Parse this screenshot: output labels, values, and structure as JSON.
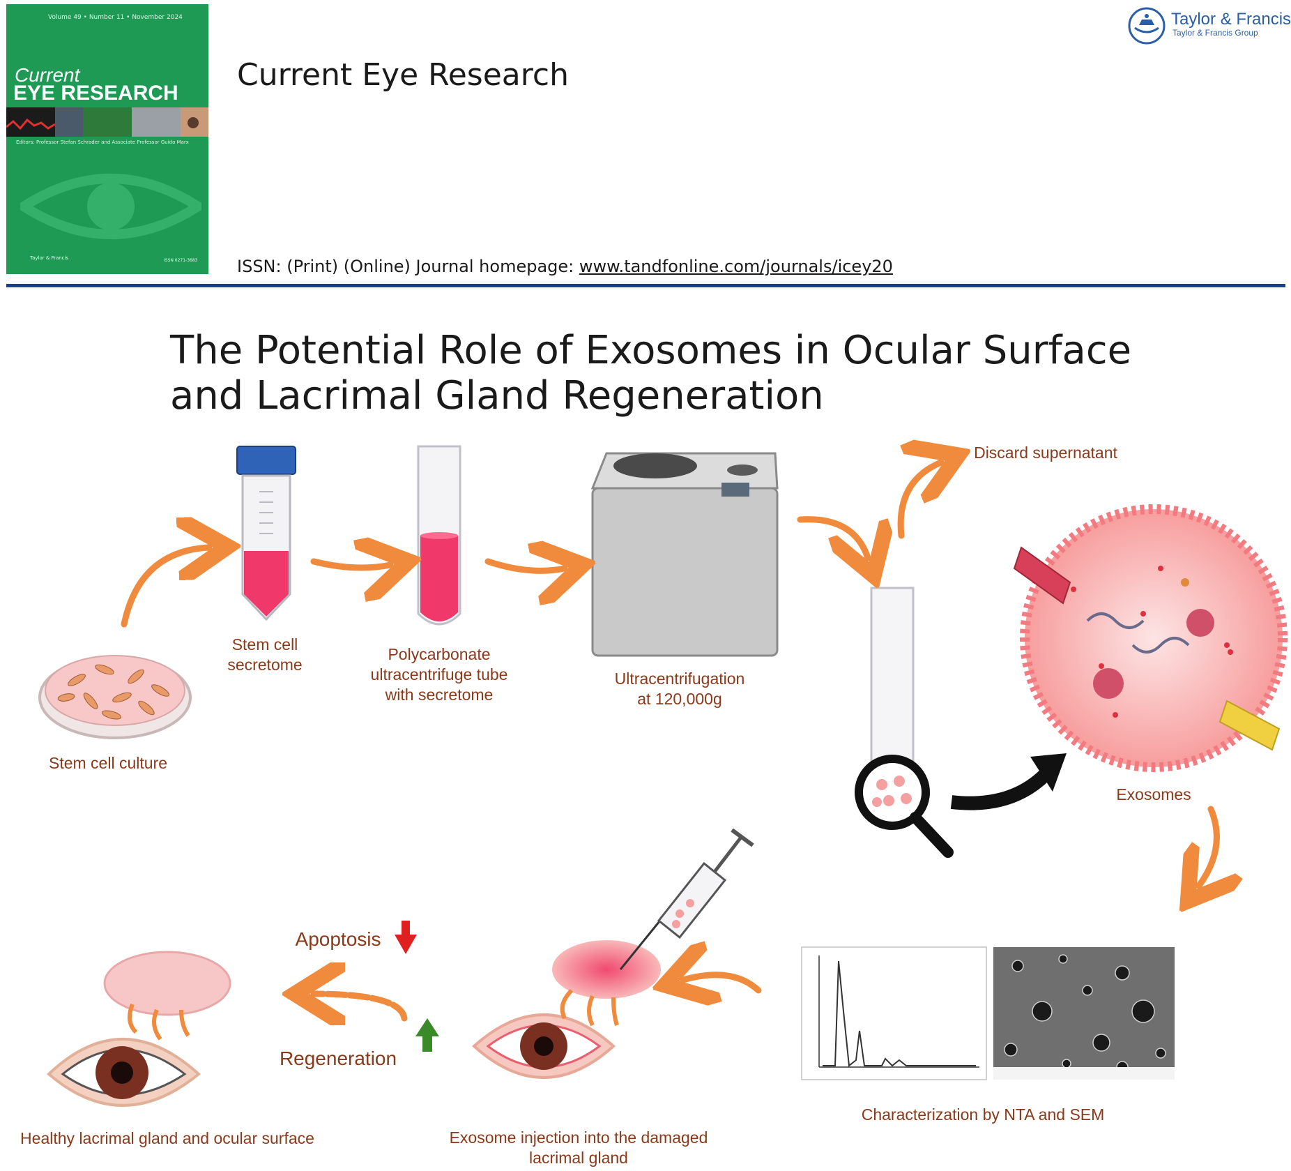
{
  "cover": {
    "issue_line": "Volume 49 • Number 11 • November 2024",
    "title_line1": "Current",
    "title_line2": "EYE RESEARCH",
    "editors": "Editors: Professor Stefan Schrader and Associate Professor Guido Marx",
    "publisher": "Taylor & Francis",
    "issn": "ISSN 0271-3683"
  },
  "header": {
    "journal_title": "Current Eye Research",
    "issn_prefix": "ISSN: (Print) (Online) Journal homepage: ",
    "homepage": "www.tandfonline.com/journals/icey20",
    "brand": "Taylor & Francis",
    "brand_group": "Taylor & Francis Group"
  },
  "figure": {
    "title_line1": "The Potential Role of Exosomes in Ocular Surface",
    "title_line2": "and Lacrimal Gland Regeneration",
    "labels": {
      "stem_cell_culture": "Stem cell culture",
      "secretome_1": "Stem cell",
      "secretome_2": "secretome",
      "tube_1": "Polycarbonate",
      "tube_2": "ultracentrifuge tube",
      "tube_3": "with secretome",
      "ultra_1": "Ultracentrifugation",
      "ultra_2": "at 120,000g",
      "discard": "Discard supernatant",
      "exosomes": "Exosomes",
      "characterization": "Characterization by NTA and SEM",
      "injection_1": "Exosome injection into the damaged",
      "injection_2": "lacrimal gland",
      "apoptosis": "Apoptosis",
      "regeneration": "Regeneration",
      "healthy": "Healthy lacrimal gland and ocular surface"
    },
    "colors": {
      "arrow": "#f08a3c",
      "label": "#8a3a1a",
      "liquid": "#f0386a",
      "exosome": "#f7a8a8",
      "down_arrow": "#e02020",
      "up_arrow": "#3a8a2a"
    }
  }
}
